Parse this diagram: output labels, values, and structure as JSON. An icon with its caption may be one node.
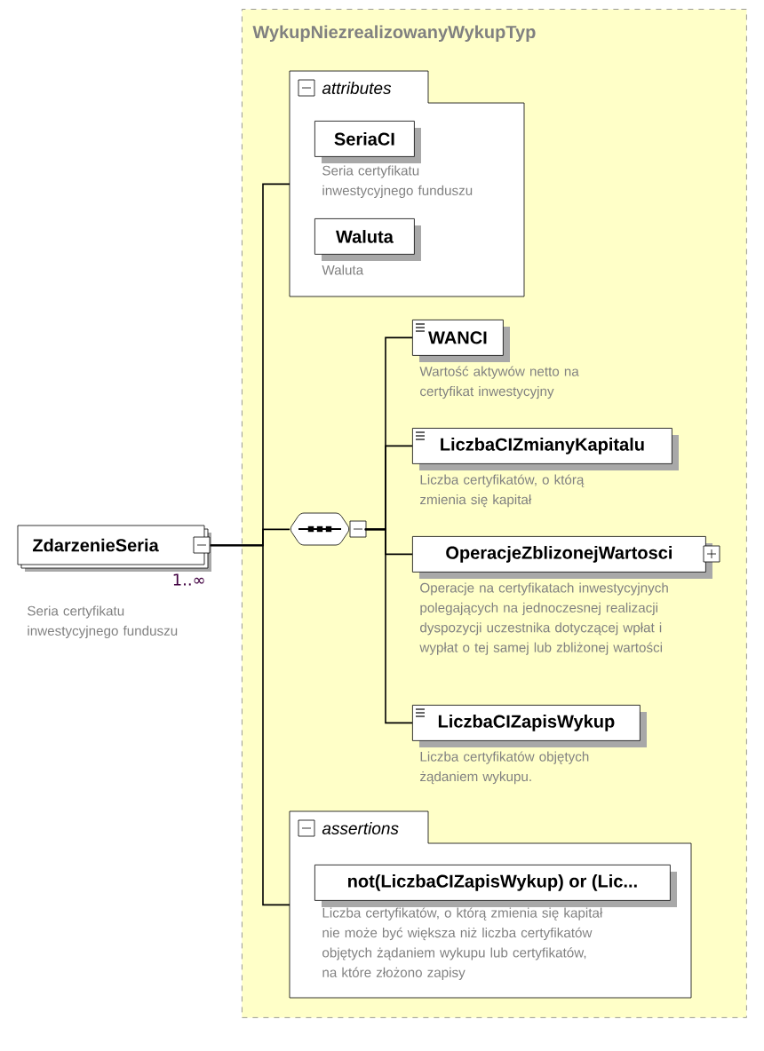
{
  "diagram": {
    "nodes": [
      {
        "text": [
          "ZdarzenieSeria"
        ],
        "beside": [
          "1..∞",
          "Seria certyfikatu inwestycyjnego funduszu"
        ]
      },
      {
        "text": [
          "WykupNiezrealizowanyWykupTyp"
        ]
      },
      {
        "text": [
          "attributes"
        ],
        "in": 1
      },
      {
        "text": [
          "SeriaCI"
        ],
        "in": 2,
        "beside": [
          "Seria certyfikatu inwestycyjnego funduszu"
        ]
      },
      {
        "text": [
          "Waluta"
        ],
        "in": 2,
        "beside": [
          "Waluta"
        ]
      },
      {
        "text": [],
        "shape": "hexagon",
        "in": 1
      },
      {
        "text": [
          "WANCI"
        ],
        "in": 1,
        "beside": [
          "Wartość aktywów netto na certyfikat inwestycyjny"
        ]
      },
      {
        "text": [
          "LiczbaCIZmianyKapitalu"
        ],
        "in": 1,
        "beside": [
          "Liczba certyfikatów, o którą zmienia się kapitał"
        ]
      },
      {
        "text": [
          "OperacjeZblizonejWartosci"
        ],
        "in": 1,
        "beside": [
          "Operacje na certyfikatach inwestycyjnych polegających na jednoczesnej realizacji dyspozycji uczestnika dotyczącej wpłat i wypłat o tej samej lub zbliżonej wartości"
        ]
      },
      {
        "text": [
          "LiczbaCIZapisWykup"
        ],
        "in": 1,
        "beside": [
          "Liczba certyfikatów objętych żądaniem wykupu."
        ]
      },
      {
        "text": [
          "assertions"
        ],
        "in": 1
      },
      {
        "text": [
          "not(LiczbaCIZapisWykup) or (Lic..."
        ],
        "in": 10,
        "beside": [
          "Liczba certyfikatów, o którą zmienia się kapitał nie może być większa niż liczba certyfikatów objętych żądaniem wykupu lub certyfikatów, na które złożono zapisy"
        ]
      }
    ],
    "edges": [
      {
        "from": 0,
        "to": 2,
        "arrow": "none"
      },
      {
        "from": 0,
        "to": 5,
        "arrow": "none"
      },
      {
        "from": 0,
        "to": 10,
        "arrow": "none"
      },
      {
        "from": 5,
        "to": 6,
        "arrow": "none"
      },
      {
        "from": 5,
        "to": 7,
        "arrow": "none"
      },
      {
        "from": 5,
        "to": 8,
        "arrow": "none"
      },
      {
        "from": 5,
        "to": 9,
        "arrow": "none"
      }
    ]
  }
}
